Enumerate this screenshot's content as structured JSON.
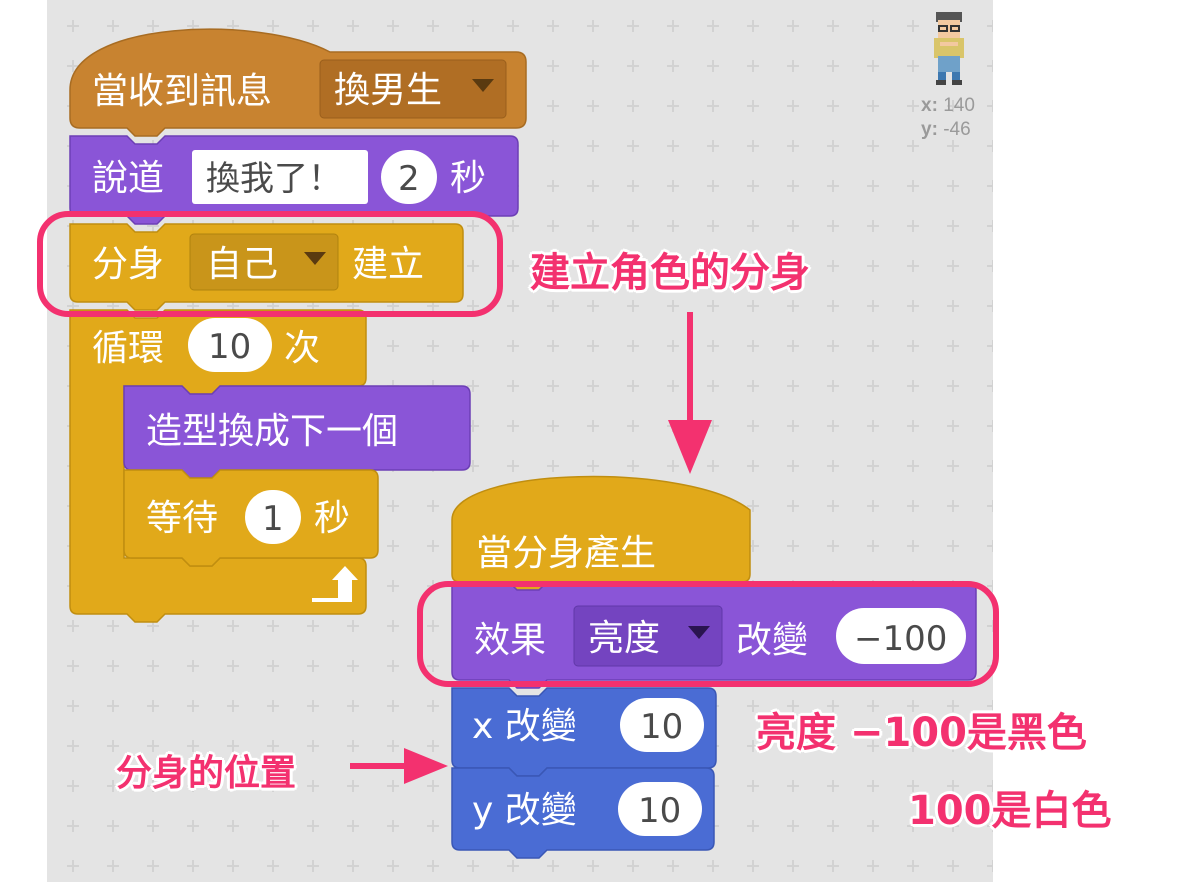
{
  "script1": {
    "hat": {
      "label": "當收到訊息",
      "message": "換男生"
    },
    "say": {
      "label": "說道",
      "text": "換我了！",
      "secs": "2",
      "unit": "秒"
    },
    "clone": {
      "label": "分身",
      "target": "自己",
      "suffix": "建立"
    },
    "repeat": {
      "label": "循環",
      "count": "10",
      "unit": "次"
    },
    "next_costume": {
      "label": "造型換成下一個"
    },
    "wait": {
      "label": "等待",
      "secs": "1",
      "unit": "秒"
    }
  },
  "script2": {
    "hat": {
      "label": "當分身產生"
    },
    "effect": {
      "label": "效果",
      "effect": "亮度",
      "verb": "改變",
      "value": "−100"
    },
    "change_x": {
      "label": "x  改變",
      "value": "10"
    },
    "change_y": {
      "label": "y  改變",
      "value": "10"
    }
  },
  "annotations": {
    "clone_note": "建立角色的分身",
    "brightness_note_1": "亮度 −100是黑色",
    "brightness_note_2": "100是白色",
    "position_note": "分身的位置"
  },
  "sprite_info": {
    "x_label": "x:",
    "x_value": "140",
    "y_label": "y:",
    "y_value": "-46"
  },
  "colors": {
    "events": "#c88330",
    "looks": "#8a55d7",
    "control": "#e1a91a",
    "motion": "#4a6cd4",
    "highlight": "#f3316f",
    "stage": "#e4e4e4"
  }
}
